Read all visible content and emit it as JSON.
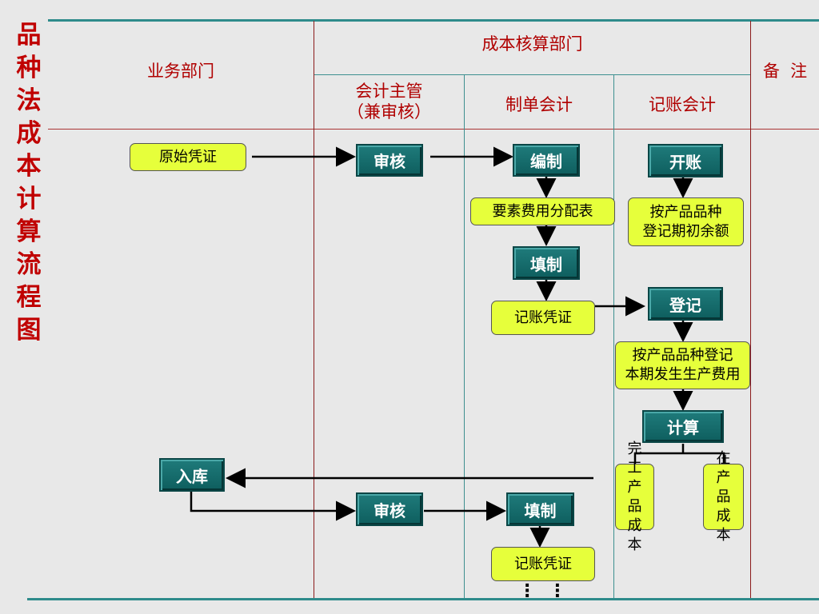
{
  "title_chars": [
    "品",
    "种",
    "法",
    "成",
    "本",
    "计",
    "算",
    "流",
    "程",
    "图"
  ],
  "headers": {
    "business_dept": "业务部门",
    "cost_dept": "成本核算部门",
    "remarks": "备  注",
    "accounting_supervisor_line1": "会计主管",
    "accounting_supervisor_line2": "（兼审核）",
    "voucher_accountant": "制单会计",
    "bookkeeping_accountant": "记账会计"
  },
  "nodes": {
    "original_voucher": "原始凭证",
    "review_1": "审核",
    "compile": "编制",
    "open_account": "开账",
    "factor_cost_allocation": "要素费用分配表",
    "register_opening_line1": "按产品品种",
    "register_opening_line2": "登记期初余额",
    "fill_1": "填制",
    "register": "登记",
    "accounting_voucher_1": "记账凭证",
    "register_period_line1": "按产品品种登记",
    "register_period_line2": "本期发生生产费用",
    "calculate": "计算",
    "finished_cost": "完工产品成本",
    "wip_cost": "在产品成本",
    "warehousing": "入库",
    "review_2": "审核",
    "fill_2": "填制",
    "accounting_voucher_2": "记账凭证",
    "continuation": "⋮ ⋮"
  }
}
